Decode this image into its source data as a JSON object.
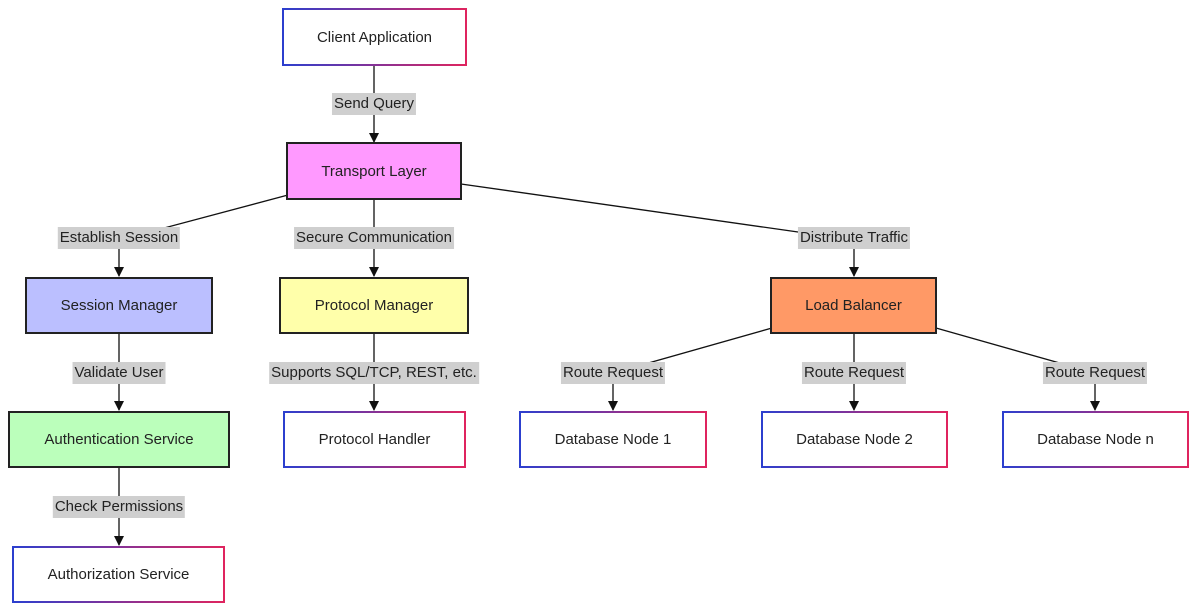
{
  "nodes": {
    "client_application": "Client Application",
    "transport_layer": "Transport Layer",
    "session_manager": "Session Manager",
    "protocol_manager": "Protocol Manager",
    "load_balancer": "Load Balancer",
    "authentication_service": "Authentication Service",
    "authorization_service": "Authorization Service",
    "protocol_handler": "Protocol Handler",
    "database_node_1": "Database Node 1",
    "database_node_2": "Database Node 2",
    "database_node_n": "Database Node n"
  },
  "edges": {
    "send_query": "Send Query",
    "establish_session": "Establish Session",
    "secure_communication": "Secure Communication",
    "distribute_traffic": "Distribute Traffic",
    "validate_user": "Validate User",
    "check_permissions": "Check Permissions",
    "supports_protocols": "Supports SQL/TCP, REST, etc.",
    "route_request_1": "Route Request",
    "route_request_2": "Route Request",
    "route_request_3": "Route Request"
  },
  "colors": {
    "transport_layer": "#ff99ff",
    "session_manager": "#bbbfff",
    "protocol_manager": "#ffffaa",
    "load_balancer": "#ff9966",
    "authentication_service": "#bbffbb",
    "edge_label_bg": "#cfcfcf",
    "outline_gradient_start": "#2b3fcf",
    "outline_gradient_end": "#e0245e"
  }
}
